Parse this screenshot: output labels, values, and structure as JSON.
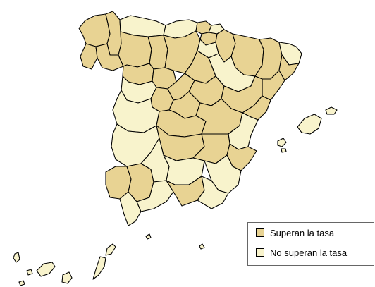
{
  "colors": {
    "above": "#E8D393",
    "below": "#F8F3CC",
    "stroke": "#000000"
  },
  "legend": {
    "items": [
      {
        "key": "above",
        "label": "Superan la tasa"
      },
      {
        "key": "below",
        "label": "No superan la tasa"
      }
    ]
  },
  "map": {
    "regions": [
      {
        "name": "coruna",
        "cat": "above"
      },
      {
        "name": "lugo",
        "cat": "above"
      },
      {
        "name": "pontevedra",
        "cat": "above"
      },
      {
        "name": "ourense",
        "cat": "above"
      },
      {
        "name": "asturias",
        "cat": "below"
      },
      {
        "name": "cantabria",
        "cat": "below"
      },
      {
        "name": "vizcaya",
        "cat": "above"
      },
      {
        "name": "guipuzcoa",
        "cat": "below"
      },
      {
        "name": "alava",
        "cat": "above"
      },
      {
        "name": "navarra",
        "cat": "above"
      },
      {
        "name": "huesca",
        "cat": "above"
      },
      {
        "name": "lleida",
        "cat": "above"
      },
      {
        "name": "girona",
        "cat": "below"
      },
      {
        "name": "barcelona",
        "cat": "above"
      },
      {
        "name": "tarragona",
        "cat": "above"
      },
      {
        "name": "leon",
        "cat": "above"
      },
      {
        "name": "palencia",
        "cat": "above"
      },
      {
        "name": "burgos",
        "cat": "above"
      },
      {
        "name": "larioja",
        "cat": "below"
      },
      {
        "name": "zaragoza",
        "cat": "below"
      },
      {
        "name": "zamora",
        "cat": "above"
      },
      {
        "name": "valladolid",
        "cat": "above"
      },
      {
        "name": "soria",
        "cat": "above"
      },
      {
        "name": "salamanca",
        "cat": "below"
      },
      {
        "name": "avila",
        "cat": "above"
      },
      {
        "name": "segovia",
        "cat": "above"
      },
      {
        "name": "guadalajara",
        "cat": "above"
      },
      {
        "name": "teruel",
        "cat": "above"
      },
      {
        "name": "castellon",
        "cat": "above"
      },
      {
        "name": "madrid",
        "cat": "above"
      },
      {
        "name": "caceres",
        "cat": "below"
      },
      {
        "name": "toledo",
        "cat": "above"
      },
      {
        "name": "cuenca",
        "cat": "above"
      },
      {
        "name": "valencia",
        "cat": "below"
      },
      {
        "name": "badajoz",
        "cat": "below"
      },
      {
        "name": "ciudadreal",
        "cat": "above"
      },
      {
        "name": "albacete",
        "cat": "above"
      },
      {
        "name": "alicante",
        "cat": "above"
      },
      {
        "name": "huelva",
        "cat": "above"
      },
      {
        "name": "sevilla",
        "cat": "above"
      },
      {
        "name": "cordoba",
        "cat": "below"
      },
      {
        "name": "jaen",
        "cat": "below"
      },
      {
        "name": "murcia",
        "cat": "below"
      },
      {
        "name": "cadiz",
        "cat": "below"
      },
      {
        "name": "malaga",
        "cat": "below"
      },
      {
        "name": "granada",
        "cat": "above"
      },
      {
        "name": "almeria",
        "cat": "below"
      },
      {
        "name": "mallorca",
        "cat": "below"
      },
      {
        "name": "menorca",
        "cat": "below"
      },
      {
        "name": "ibiza",
        "cat": "below"
      },
      {
        "name": "formentera",
        "cat": "below"
      },
      {
        "name": "ceuta",
        "cat": "below"
      },
      {
        "name": "melilla",
        "cat": "below"
      },
      {
        "name": "lanzarote",
        "cat": "below"
      },
      {
        "name": "fuerteventura",
        "cat": "below"
      },
      {
        "name": "grancanaria",
        "cat": "below"
      },
      {
        "name": "tenerife",
        "cat": "below"
      },
      {
        "name": "lagomera",
        "cat": "below"
      },
      {
        "name": "lapalma",
        "cat": "below"
      },
      {
        "name": "elhierro",
        "cat": "below"
      }
    ]
  }
}
